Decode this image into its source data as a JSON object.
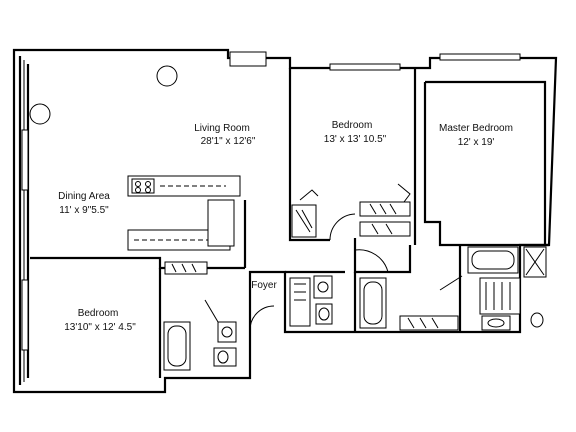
{
  "plan": {
    "rooms": [
      {
        "id": "living",
        "name": "Living Room",
        "size": "28'1\" x 12'6\""
      },
      {
        "id": "bedroom2",
        "name": "Bedroom",
        "size": "13' x 13' 10.5\""
      },
      {
        "id": "master",
        "name": "Master Bedroom",
        "size": "12' x 19'"
      },
      {
        "id": "dining",
        "name": "Dining Area",
        "size": "11' x 9\"5.5\""
      },
      {
        "id": "bedroom1",
        "name": "Bedroom",
        "size": "13'10\" x 12' 4.5\""
      }
    ],
    "foyer": "Foyer"
  }
}
